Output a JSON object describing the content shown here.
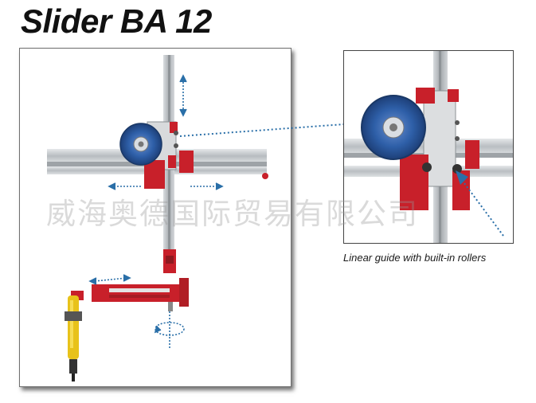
{
  "title": "Slider BA 12",
  "caption": "Linear guide with built-in rollers",
  "watermark": "威海奥德国际贸易有限公司",
  "colors": {
    "accent_red": "#c8202a",
    "roller_blue": "#2e5fa8",
    "rail_grey": "#c9cdd0",
    "arrow_blue": "#2a6fa8",
    "tool_yellow": "#e8c21a"
  },
  "icons": {
    "vertical_arrow": "double-arrow-vertical-icon",
    "horizontal_arrow": "double-arrow-horizontal-icon",
    "rotation": "rotation-arrow-icon",
    "pointer": "pointer-arrow-icon"
  }
}
